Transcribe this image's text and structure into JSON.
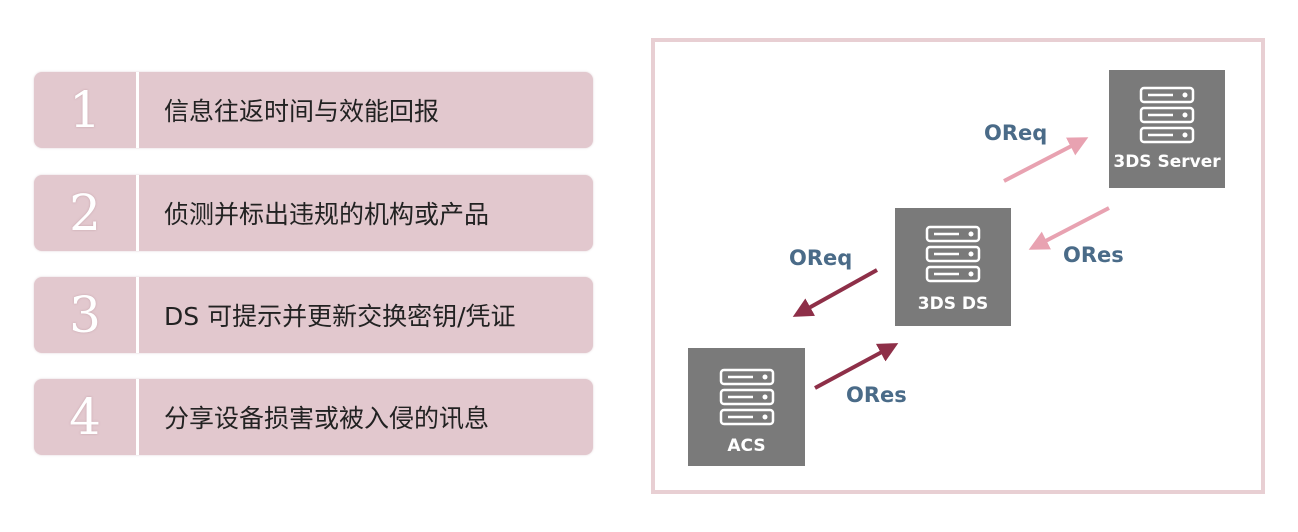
{
  "list": {
    "items": [
      {
        "number": "1",
        "text": "信息往返时间与效能回报"
      },
      {
        "number": "2",
        "text": "侦测并标出违规的机构或产品"
      },
      {
        "number": "3",
        "text": "DS 可提示并更新交换密钥/凭证"
      },
      {
        "number": "4",
        "text": "分享设备损害或被入侵的讯息"
      }
    ]
  },
  "diagram": {
    "nodes": {
      "server": {
        "label": "3DS Server",
        "icon": "server-icon"
      },
      "ds": {
        "label": "3DS DS",
        "icon": "server-icon"
      },
      "acs": {
        "label": "ACS",
        "icon": "server-icon"
      }
    },
    "messages": {
      "server_oreq": "OReq",
      "server_ores": "ORes",
      "ds_oreq": "OReq",
      "acs_ores": "ORes"
    },
    "colors": {
      "pink_arrow": "#e8a2b1",
      "dark_arrow": "#8e2f48",
      "node_fill": "#7a7a7a",
      "label_text": "#4a6b88",
      "list_bg": "#e2c8ce",
      "panel_border": "#e8cfd3"
    }
  }
}
